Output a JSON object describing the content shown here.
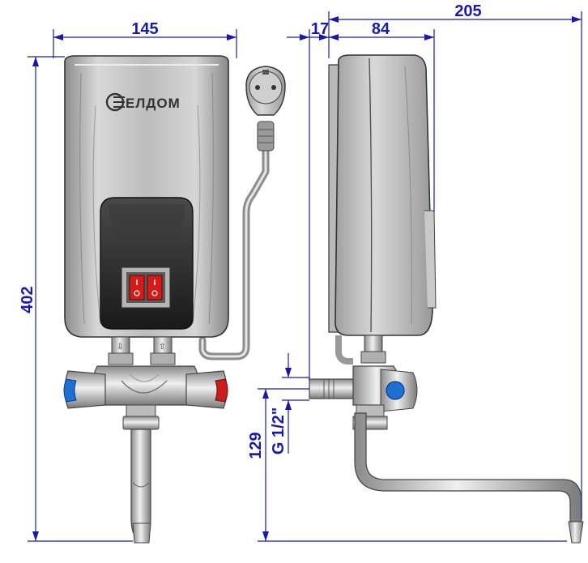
{
  "brand": {
    "name": "ЕЛДОМ"
  },
  "dimensions": {
    "front_width": "145",
    "depth_offset": "17",
    "body_depth": "84",
    "total_depth": "205",
    "total_height": "402",
    "outlet_height": "129",
    "thread": "G 1/2\""
  },
  "colors": {
    "dimension": "#1a1aa6",
    "body": "#c9c9c9",
    "panel": "#2a2a2a",
    "switch": "#d21c1c",
    "hot": "#c81e1e",
    "cold": "#1e6fd2"
  },
  "icons": {
    "inlet_marks": [
      "down-arrow-icon",
      "up-arrow-icon"
    ],
    "plug": "schuko-plug-icon"
  }
}
